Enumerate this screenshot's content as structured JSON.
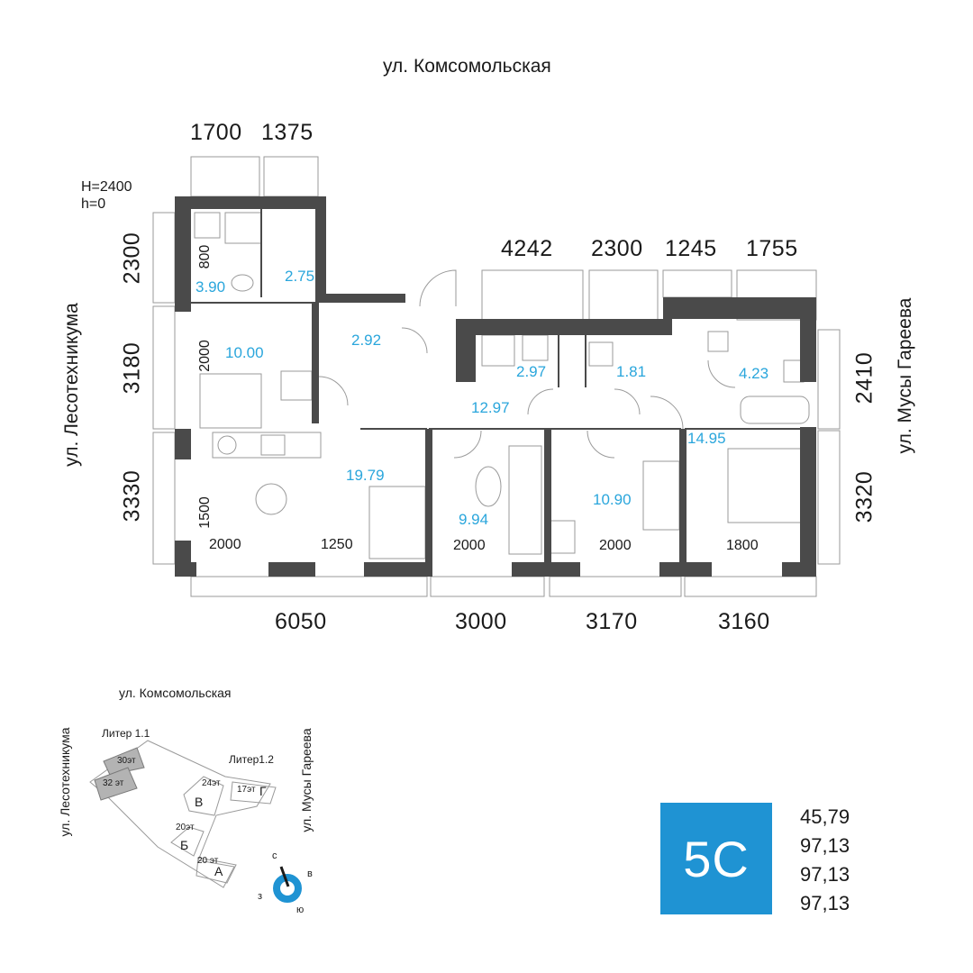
{
  "streets": {
    "top": "ул. Комсомольская",
    "left": "ул. Лесотехникума",
    "right": "ул. Мусы Гареева"
  },
  "height_note": {
    "line1": "H=2400",
    "line2": "h=0"
  },
  "dimensions": {
    "top": [
      "1700",
      "1375",
      "4242",
      "2300",
      "1245",
      "1755"
    ],
    "left": [
      "2300",
      "3180",
      "3330"
    ],
    "right": [
      "2410",
      "3320"
    ],
    "bottom": [
      "6050",
      "3000",
      "3170",
      "3160"
    ],
    "inner": [
      "800",
      "2000",
      "1500",
      "2000",
      "1250",
      "2000",
      "2000",
      "1800"
    ]
  },
  "rooms": [
    {
      "id": "wc",
      "area": "3.90"
    },
    {
      "id": "wardrobe-1",
      "area": "2.75"
    },
    {
      "id": "storage",
      "area": "2.92"
    },
    {
      "id": "bedroom-left",
      "area": "10.00"
    },
    {
      "id": "bath-mid",
      "area": "2.97"
    },
    {
      "id": "laundry",
      "area": "1.81"
    },
    {
      "id": "hall",
      "area": "12.97"
    },
    {
      "id": "bath-right",
      "area": "4.23"
    },
    {
      "id": "corridor",
      "area": "14.95"
    },
    {
      "id": "kitchen-living",
      "area": "19.79"
    },
    {
      "id": "room-mid",
      "area": "9.94"
    },
    {
      "id": "room-right",
      "area": "10.90"
    }
  ],
  "keyplan": {
    "street_top": "ул. Комсомольская",
    "street_left": "ул. Лесотехникума",
    "street_right": "ул. Мусы Гареева",
    "litera_1": "Литер 1.1",
    "litera_2": "Литер1.2",
    "floors": [
      "30эт",
      "32 эт",
      "24эт",
      "17эт",
      "20эт",
      "20 эт"
    ],
    "sections": [
      "В",
      "Г",
      "Б",
      "А"
    ],
    "compass": {
      "n": "с",
      "e": "в",
      "s": "ю",
      "w": "з"
    }
  },
  "apartment": {
    "type": "5С",
    "values": [
      "45,79",
      "97,13",
      "97,13",
      "97,13"
    ]
  },
  "colors": {
    "accent": "#1f93d3",
    "area_text": "#2aa6dc",
    "wall": "#4a4a4a"
  }
}
